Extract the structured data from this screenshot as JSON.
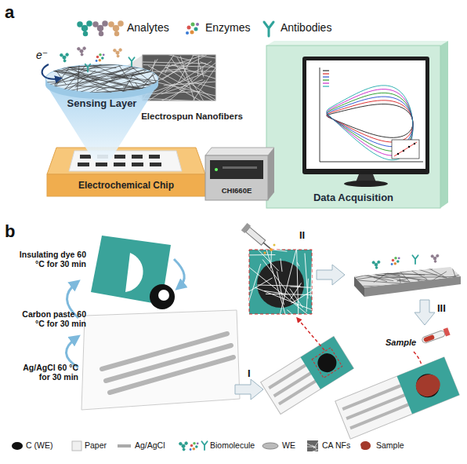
{
  "diagram": {
    "nodes": [
      {
        "text": [
          "Sensing Layer"
        ]
      },
      {
        "text": [
          "Electrospun Nanofibers"
        ]
      },
      {
        "text": [
          "Electrochemical Chip"
        ]
      },
      {
        "text": [
          "CHI660E"
        ]
      },
      {
        "text": [
          "Data Acquisition"
        ]
      }
    ],
    "labels": [
      "a",
      "e⁻",
      "b",
      "Insulating dye 60 °C for 30 min",
      "Carbon paste 60 °C for 30 min",
      "Ag/AgCl 60 °C for 30 min",
      "II",
      "I",
      "III",
      "Sample"
    ],
    "legend": [
      {
        "text": "Analytes"
      },
      {
        "text": "Enzymes"
      },
      {
        "text": "Antibodies"
      },
      {
        "text": "C (WE)"
      },
      {
        "text": "Paper"
      },
      {
        "text": "Ag/AgCl"
      },
      {
        "text": "Biomolecule"
      },
      {
        "text": "WE"
      },
      {
        "text": "CA NFs"
      },
      {
        "text": "Sample"
      }
    ]
  }
}
